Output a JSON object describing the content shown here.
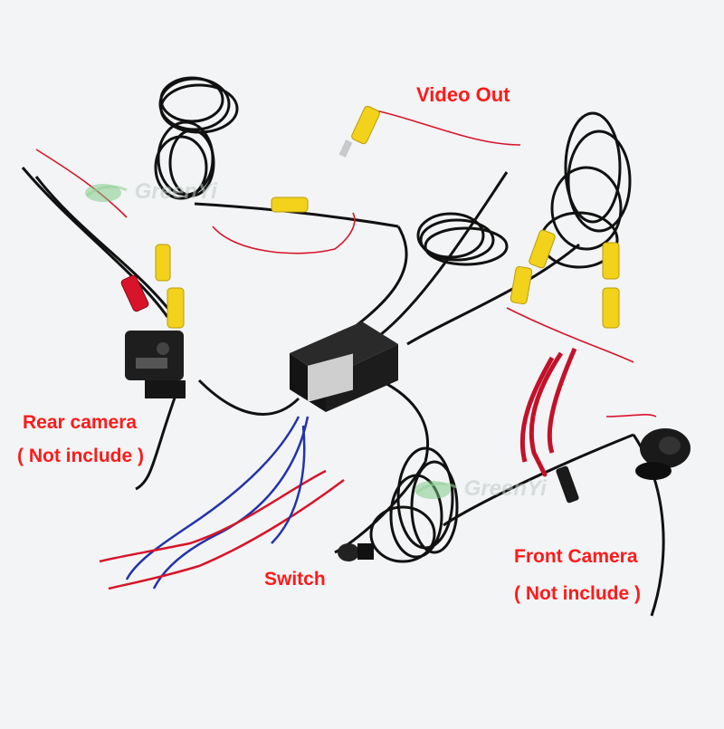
{
  "labels": {
    "video_out": "Video Out",
    "rear_camera": "Rear camera",
    "rear_not_include": "( Not include )",
    "switch": "Switch",
    "front_camera": "Front Camera",
    "front_not_include": "( Not include )"
  },
  "watermark": {
    "brand": "GreenYi"
  },
  "colors": {
    "label_red": "#ff1a1a",
    "background": "#f3f4f5",
    "rca_yellow": "#f2d21a",
    "wire_red": "#d8142a",
    "wire_blue": "#2233aa",
    "box_dark": "#1c1c1c"
  }
}
